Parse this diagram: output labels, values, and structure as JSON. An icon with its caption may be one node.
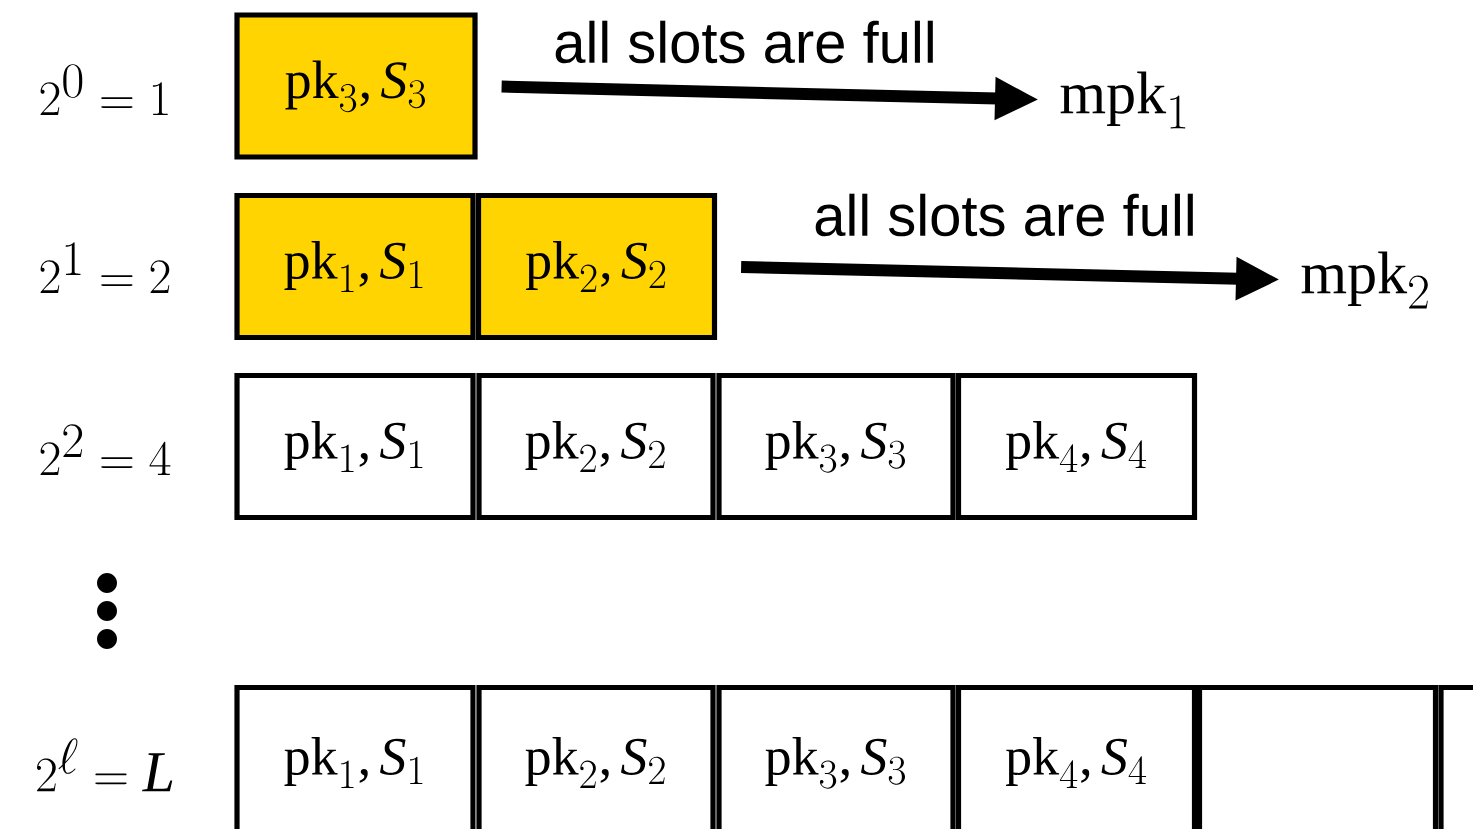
{
  "diagram": {
    "nodes": [
      {
        "text": [
          "\\mathrm{pk}_3, S_3"
        ]
      },
      {
        "text": [
          "\\mathrm{mpk}_1"
        ]
      },
      {
        "text": [
          "\\mathrm{pk}_1, S_1"
        ]
      },
      {
        "text": [
          "\\mathrm{pk}_2, S_2"
        ]
      },
      {
        "text": [
          "\\mathrm{mpk}_2"
        ]
      },
      {
        "text": [
          "\\mathrm{pk}_1, S_1"
        ]
      },
      {
        "text": [
          "\\mathrm{pk}_2, S_2"
        ]
      },
      {
        "text": [
          "\\mathrm{pk}_3, S_3"
        ]
      },
      {
        "text": [
          "\\mathrm{pk}_4, S_4"
        ]
      },
      {
        "text": [
          "\\mathrm{pk}_1, S_1"
        ]
      },
      {
        "text": [
          "\\mathrm{pk}_2, S_2"
        ]
      },
      {
        "text": [
          "\\mathrm{pk}_3, S_3"
        ]
      },
      {
        "text": [
          "\\mathrm{pk}_4, S_4"
        ]
      },
      {
        "text": [],
        "shape": "box"
      },
      {
        "text": [],
        "shape": "box"
      }
    ],
    "edges": [
      {
        "from": 0,
        "to": 1,
        "arrow": "to",
        "label": "all slots are full"
      },
      {
        "from": 3,
        "to": 4,
        "arrow": "to",
        "label": "all slots are full"
      }
    ],
    "labels": [
      "2^0 = 1",
      "2^1 = 2",
      "2^2 = 4",
      "2^\\ell = L"
    ]
  }
}
